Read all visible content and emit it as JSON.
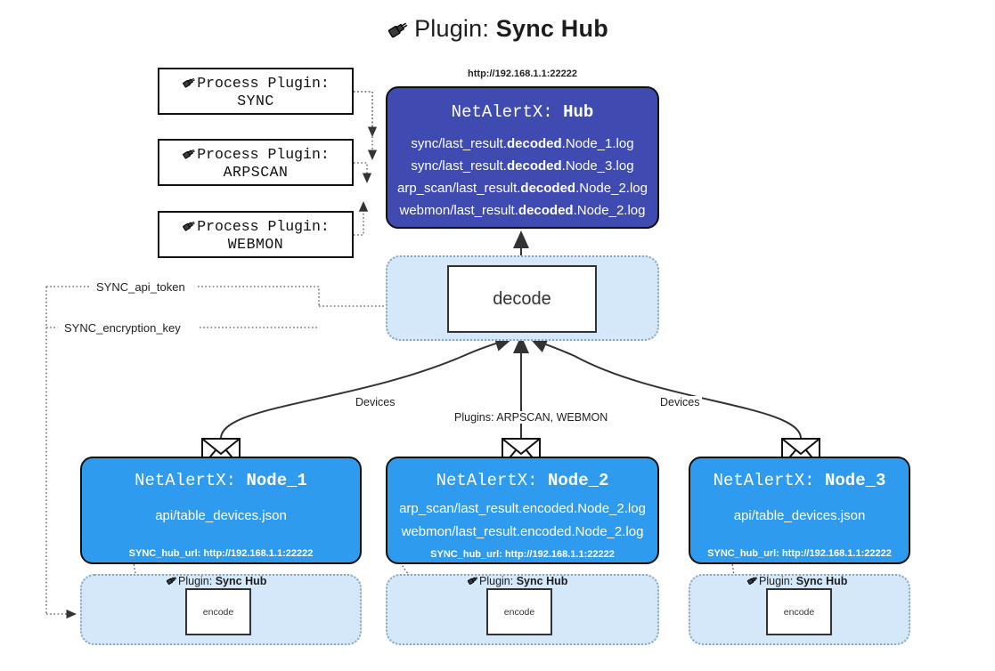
{
  "title": {
    "icon": "plug-icon",
    "prefix": "Plugin:",
    "name": "Sync Hub"
  },
  "process_plugins": [
    {
      "icon": "plug-icon",
      "line1": "Process Plugin:",
      "line2": "SYNC"
    },
    {
      "icon": "plug-icon",
      "line1": "Process Plugin:",
      "line2": "ARPSCAN"
    },
    {
      "icon": "plug-icon",
      "line1": "Process Plugin:",
      "line2": "WEBMON"
    }
  ],
  "hub": {
    "url": "http://192.168.1.1:22222",
    "title_prefix": "NetAlertX:",
    "title_name": "Hub",
    "logs": [
      {
        "pre": "sync/last_result.",
        "mid": "decoded",
        "post": ".Node_1.log"
      },
      {
        "pre": "sync/last_result.",
        "mid": "decoded",
        "post": ".Node_3.log"
      },
      {
        "pre": "arp_scan/last_result.",
        "mid": "decoded",
        "post": ".Node_2.log"
      },
      {
        "pre": "webmon/last_result.",
        "mid": "decoded",
        "post": ".Node_2.log"
      }
    ]
  },
  "decode": {
    "label": "decode"
  },
  "secrets": [
    {
      "label": "SYNC_api_token"
    },
    {
      "label": "SYNC_encryption_key"
    }
  ],
  "edge_labels": {
    "devices_left": "Devices",
    "devices_right": "Devices",
    "plugins_center": "Plugins: ARPSCAN, WEBMON"
  },
  "nodes": [
    {
      "icon": "envelope-icon",
      "title_prefix": "NetAlertX:",
      "title_name": "Node_1",
      "lines": [
        "api/table_devices.json"
      ],
      "hub_url_key": "SYNC_hub_url:",
      "hub_url_value": "http://192.168.1.1:22222"
    },
    {
      "icon": "envelope-icon",
      "title_prefix": "NetAlertX:",
      "title_name": "Node_2",
      "lines": [
        "arp_scan/last_result.encoded.Node_2.log",
        "webmon/last_result.encoded.Node_2.log"
      ],
      "hub_url_key": "SYNC_hub_url:",
      "hub_url_value": "http://192.168.1.1:22222"
    },
    {
      "icon": "envelope-icon",
      "title_prefix": "NetAlertX:",
      "title_name": "Node_3",
      "lines": [
        "api/table_devices.json"
      ],
      "hub_url_key": "SYNC_hub_url:",
      "hub_url_value": "http://192.168.1.1:22222"
    }
  ],
  "encoders": [
    {
      "plugin_prefix": "Plugin:",
      "plugin_name": "Sync Hub",
      "label": "encode"
    },
    {
      "plugin_prefix": "Plugin:",
      "plugin_name": "Sync Hub",
      "label": "encode"
    },
    {
      "plugin_prefix": "Plugin:",
      "plugin_name": "Sync Hub",
      "label": "encode"
    }
  ],
  "colors": {
    "hub_fill": "#3f4bb0",
    "node_fill": "#2f9bee",
    "container_fill": "#d4e8fa",
    "container_stroke": "#8aa7bd",
    "stroke": "#333333"
  }
}
